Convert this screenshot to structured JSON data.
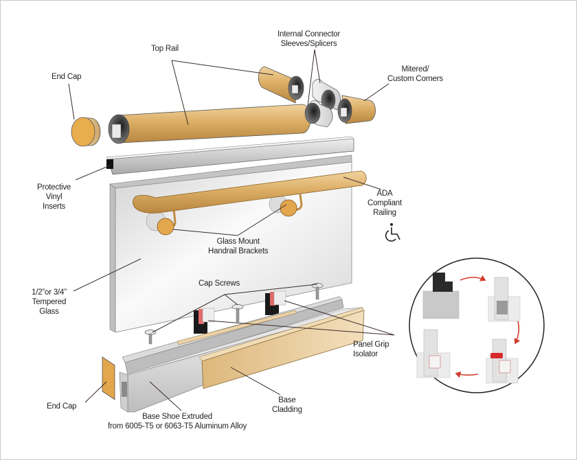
{
  "diagram": {
    "colors": {
      "wood": "#d9a95a",
      "wood_light": "#ecc889",
      "wood_dark": "#b8843a",
      "end_cap": "#e8ad4c",
      "aluminum": "#cfcfcf",
      "aluminum_dark": "#8a8a8a",
      "glass": "#e4e4e4",
      "leader_line": "#3a2a2a",
      "arrow_red": "#d23a2a",
      "isolator_red": "#e05050"
    },
    "labels": {
      "end_cap_top": "End Cap",
      "top_rail": "Top Rail",
      "connector_line1": "Internal Connector",
      "connector_line2": "Sleeves/Splicers",
      "mitered_line1": "Mitered/",
      "mitered_line2": "Custom Corners",
      "vinyl_line1": "Protective",
      "vinyl_line2": "Vinyl",
      "vinyl_line3": "Inserts",
      "ada_line1": "ADA",
      "ada_line2": "Compliant",
      "ada_line3": "Railing",
      "brackets_line1": "Glass Mount",
      "brackets_line2": "Handrail Brackets",
      "glass_line1": "1/2”or 3/4”",
      "glass_line2": "Tempered",
      "glass_line3": "Glass",
      "cap_screws": "Cap Screws",
      "panel_grip_line1": "Panel Grip",
      "panel_grip_line2": "Isolator",
      "end_cap_bottom": "End Cap",
      "base_shoe_line1": "Base Shoe Extruded",
      "base_shoe_line2": "from 6005-T5 or 6063-T5 Aluminum Alloy",
      "cladding_line1": "Base",
      "cladding_line2": "Cladding"
    },
    "icons": {
      "accessibility": "wheelchair-icon",
      "install_steps": "panel-grip-install-sequence"
    }
  }
}
